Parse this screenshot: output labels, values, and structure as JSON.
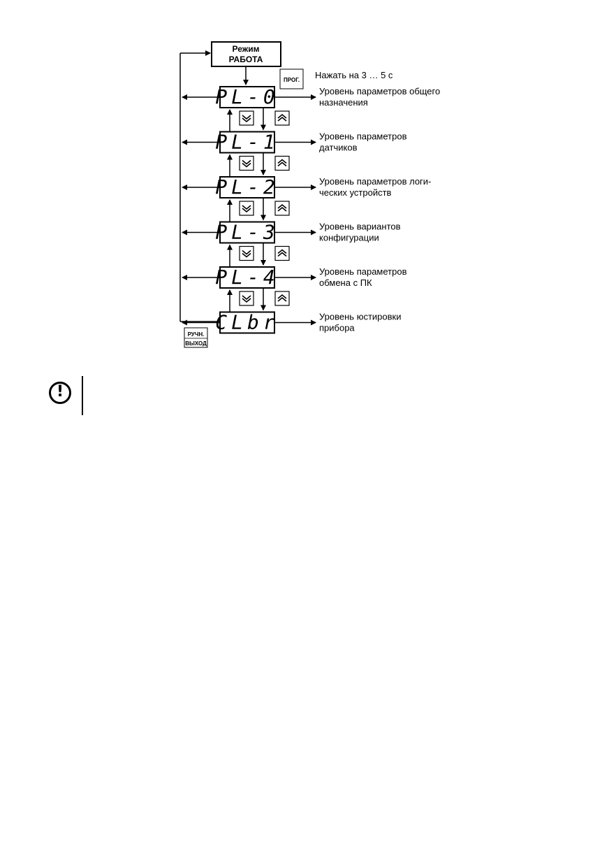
{
  "mode_box": {
    "line1": "Режим",
    "line2": "РАБОТА"
  },
  "prog_button": {
    "label": "ПРОГ.",
    "hint": "Нажать на 3 … 5 с"
  },
  "levels": [
    {
      "display": "PL-0",
      "desc1": "Уровень параметров общего",
      "desc2": "назначения"
    },
    {
      "display": "PL-1",
      "desc1": "Уровень параметров",
      "desc2": "датчиков"
    },
    {
      "display": "PL-2",
      "desc1": "Уровень параметров логи-",
      "desc2": "ческих устройств"
    },
    {
      "display": "PL-3",
      "desc1": "Уровень вариантов",
      "desc2": "конфигурации"
    },
    {
      "display": "PL-4",
      "desc1": "Уровень параметров",
      "desc2": "обмена с ПК"
    },
    {
      "display": "CLbr",
      "desc1": "Уровень юстировки",
      "desc2": "прибора"
    }
  ],
  "nav_buttons": {
    "down_icon": "double-chevron-down-icon",
    "up_icon": "double-chevron-up-icon"
  },
  "exit_button": {
    "line1": "РУЧН.",
    "line2": "ВЫХОД"
  },
  "warning_icon": "exclamation-circle-icon"
}
